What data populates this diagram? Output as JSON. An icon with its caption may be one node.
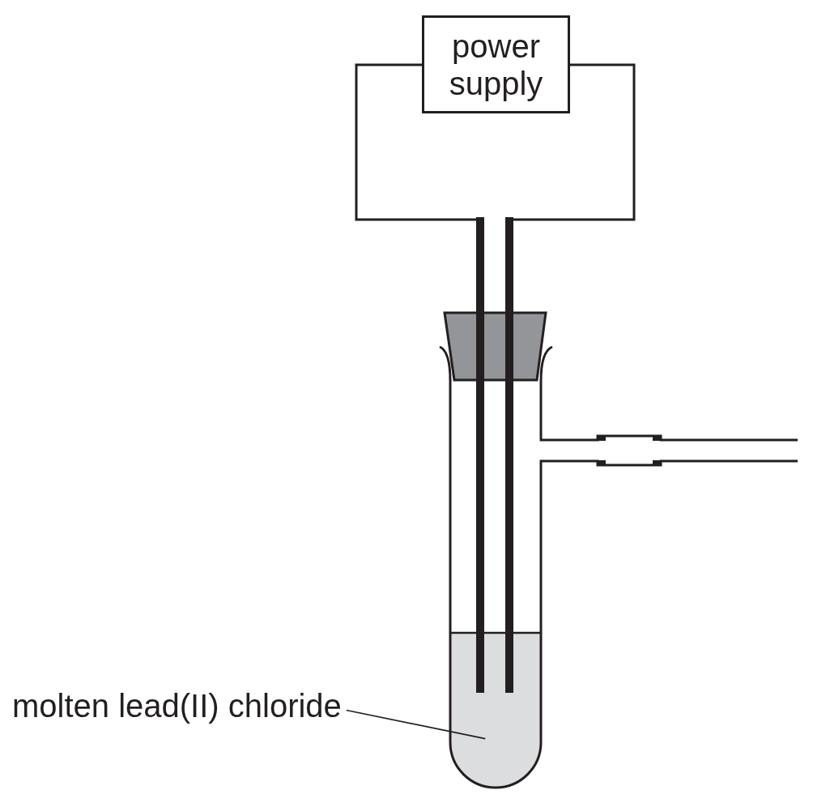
{
  "diagram": {
    "nodes": [
      {
        "text": [
          "power supply"
        ]
      },
      {
        "text": [
          "molten lead(II) chloride"
        ]
      },
      {
        "text": [],
        "shape": "box"
      }
    ],
    "edges": [
      {
        "from": 1,
        "to": 2,
        "arrow": "none"
      }
    ]
  }
}
